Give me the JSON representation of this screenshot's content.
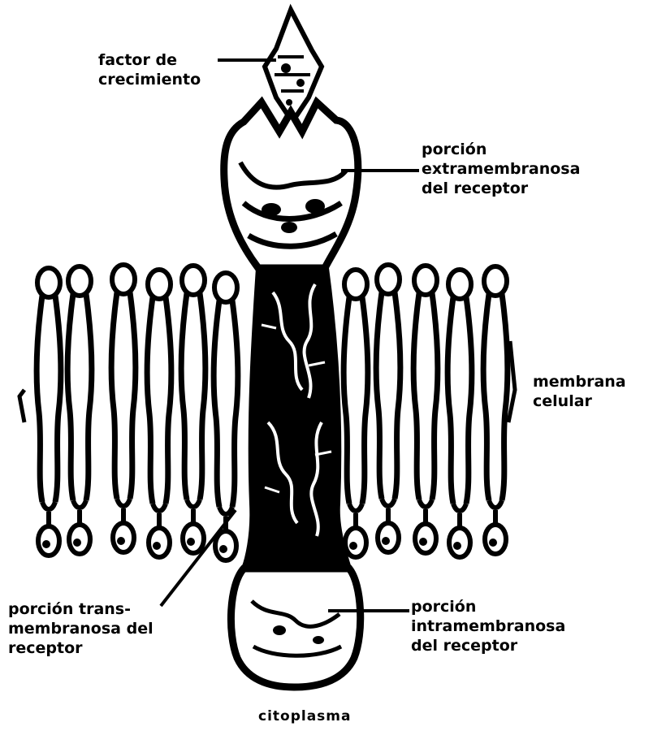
{
  "labels": {
    "growth_factor": [
      "factor de",
      "crecimiento"
    ],
    "extracellular_portion": [
      "porción",
      "extramembranosa",
      "del receptor"
    ],
    "cell_membrane": [
      "membrana",
      "celular"
    ],
    "transmembrane_portion": [
      "porción trans-",
      "membranosa del",
      "receptor"
    ],
    "intracellular_portion": [
      "porción",
      "intramembranosa",
      "del receptor"
    ],
    "cytoplasm": "citoplasma"
  },
  "colors": {
    "ink": "#000000",
    "background": "#ffffff"
  }
}
